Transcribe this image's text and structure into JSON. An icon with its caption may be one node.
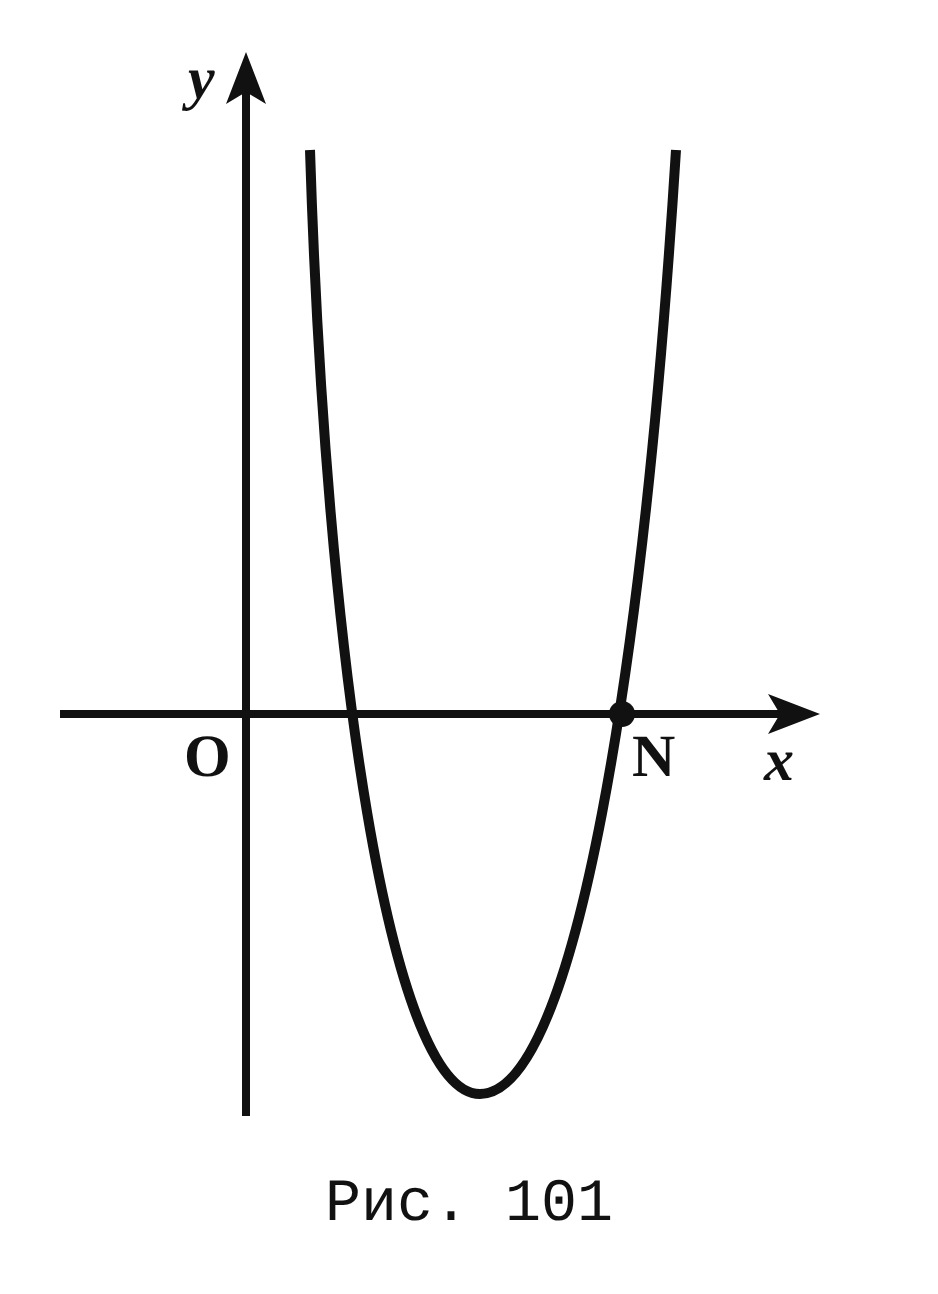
{
  "diagram": {
    "caption": "Рис. 101",
    "labels": [
      "y",
      "O",
      "N",
      "x"
    ]
  }
}
